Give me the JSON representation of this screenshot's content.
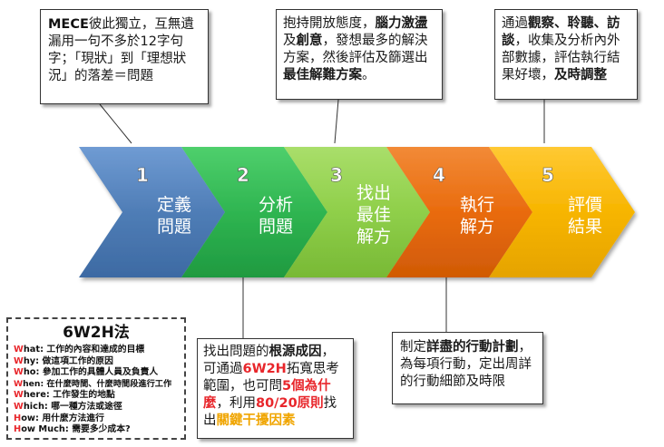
{
  "diagram_title": "",
  "steps": [
    {
      "number": "1",
      "label_lines": [
        "定義",
        "問題"
      ],
      "color": "#4f7db6"
    },
    {
      "number": "2",
      "label_lines": [
        "分析",
        "問題"
      ],
      "color": "#2fb551"
    },
    {
      "number": "3",
      "label_lines": [
        "找出",
        "最佳",
        "解方"
      ],
      "color": "#8fcf4a"
    },
    {
      "number": "4",
      "label_lines": [
        "執行",
        "解方"
      ],
      "color": "#e96b0e"
    },
    {
      "number": "5",
      "label_lines": [
        "評價",
        "結果"
      ],
      "color": "#f7b500"
    }
  ],
  "callouts": {
    "c1": {
      "seg1": "MECE",
      "seg2": "彼此獨立，互無遺漏用一句不多於12字句字；「現狀」到「理想狀況」的落差＝問題"
    },
    "c2": {
      "seg1": "找出問題的",
      "seg2": "根源成因",
      "seg3": "，可通過",
      "seg4": "6W2H",
      "seg5": "拓寬思考範圍，也可問",
      "seg6": "5個為什麼",
      "seg7": "，利用",
      "seg8": "80/20原則",
      "seg9": "找出",
      "seg10": "關鍵干擾因素"
    },
    "c3": {
      "seg1": "抱持開放態度，",
      "seg2": "腦力激盪",
      "seg3": "及",
      "seg4": "創意",
      "seg5": "，發想最多的解決方案，然後評估及篩選出",
      "seg6": "最佳解難方案",
      "seg7": "。"
    },
    "c4": {
      "seg1": "制定",
      "seg2": "詳盡的行動計劃",
      "seg3": "，為每項行動，定出周詳的行動細節及時限"
    },
    "c5": {
      "seg1": "通過",
      "seg2": "觀察、聆聽、訪談",
      "seg3": "，收集及分析內外部數據，評估執行結果好壞，",
      "seg4": "及時調整"
    }
  },
  "w2h": {
    "title": "6W2H法",
    "rows": [
      {
        "letter": "W",
        "rest": "hat: 工作的內容和達成的目標"
      },
      {
        "letter": "W",
        "rest": "hy: 做這項工作的原因"
      },
      {
        "letter": "W",
        "rest": "ho: 參加工作的具體人員及負責人"
      },
      {
        "letter": "W",
        "rest": "hen: 在什麼時間、什麼時間段進行工作"
      },
      {
        "letter": "W",
        "rest": "here: 工作發生的地點"
      },
      {
        "letter": "W",
        "rest": "hich: 哪一種方法或途徑"
      },
      {
        "letter": "H",
        "rest": "ow: 用什麼方法進行"
      },
      {
        "letter": "H",
        "rest": "ow Much: 需要多少成本?"
      }
    ]
  }
}
